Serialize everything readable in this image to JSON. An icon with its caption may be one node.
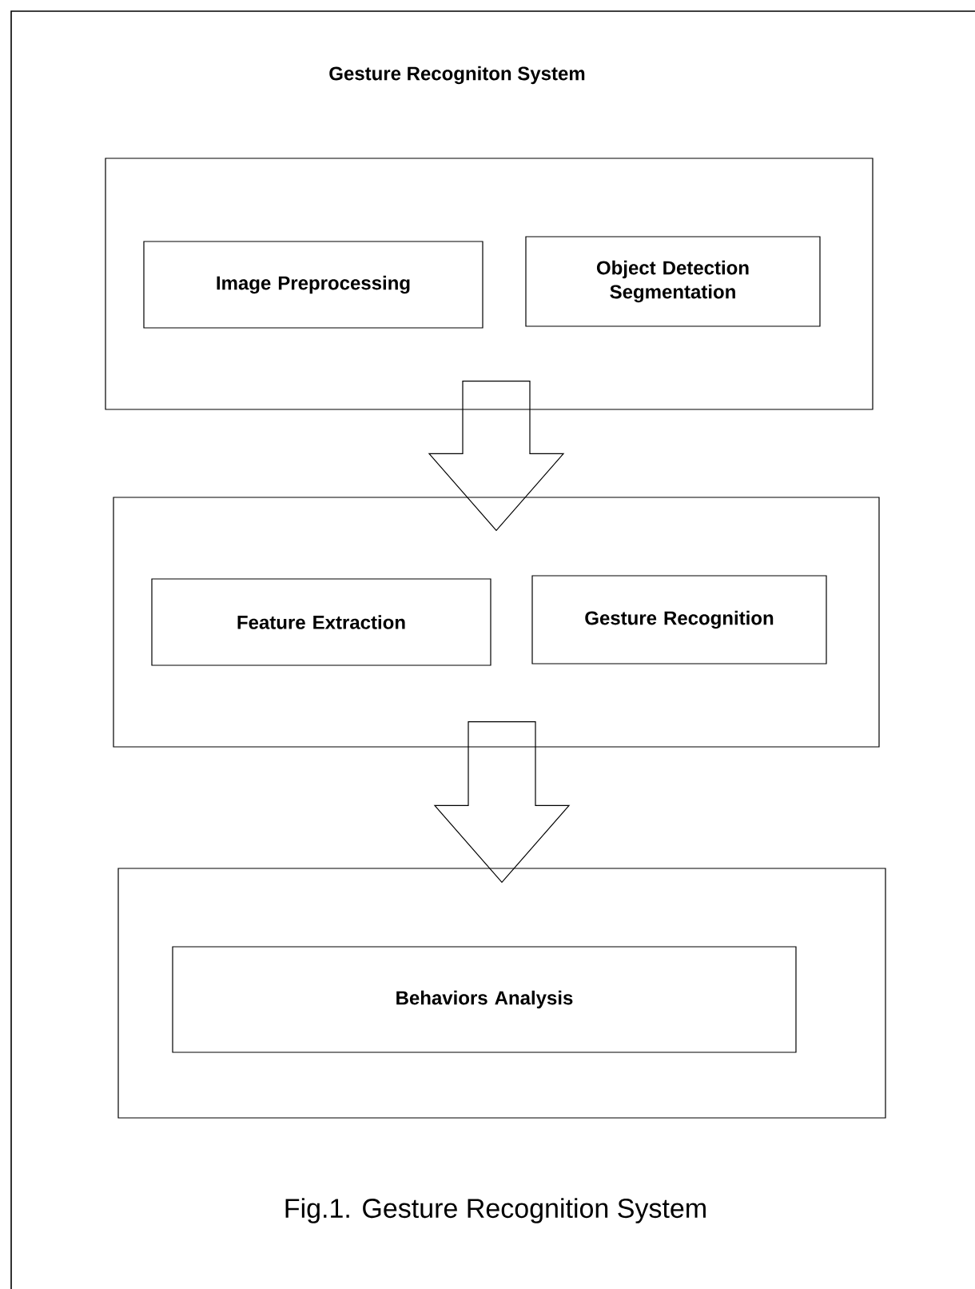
{
  "diagram": {
    "title": "Gesture Recogniton System",
    "caption": "Fig.1. Gesture Recognition System",
    "nodes": [
      {
        "text": [],
        "shape": "box"
      },
      {
        "text": [
          "Image Preprocessing"
        ],
        "in": 0
      },
      {
        "text": [
          "Object Detection Segmentation"
        ],
        "in": 0
      },
      {
        "text": [],
        "shape": "box"
      },
      {
        "text": [
          "Feature Extraction"
        ],
        "in": 3
      },
      {
        "text": [
          "Gesture Recognition"
        ],
        "in": 3
      },
      {
        "text": [],
        "shape": "box"
      },
      {
        "text": [
          "Behaviors Analysis"
        ],
        "in": 6
      }
    ],
    "edges": [
      {
        "from": 0,
        "to": 3,
        "arrow": "to"
      },
      {
        "from": 3,
        "to": 6,
        "arrow": "to"
      }
    ]
  }
}
